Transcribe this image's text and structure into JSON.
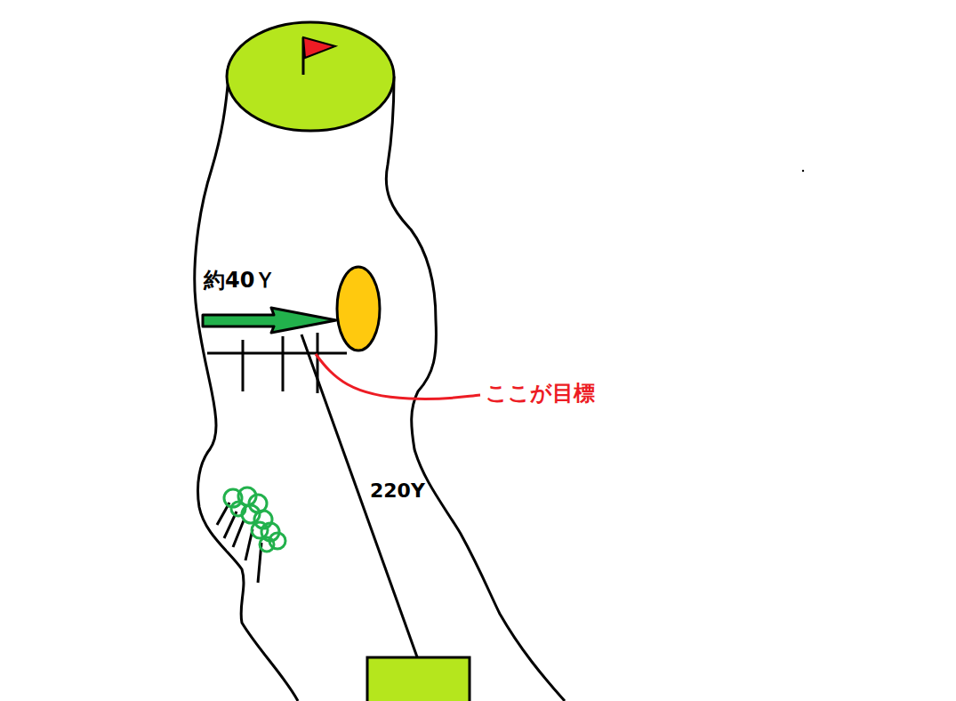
{
  "diagram": {
    "labels": [
      "約40Ｙ",
      "220Y",
      "ここが目標"
    ]
  }
}
